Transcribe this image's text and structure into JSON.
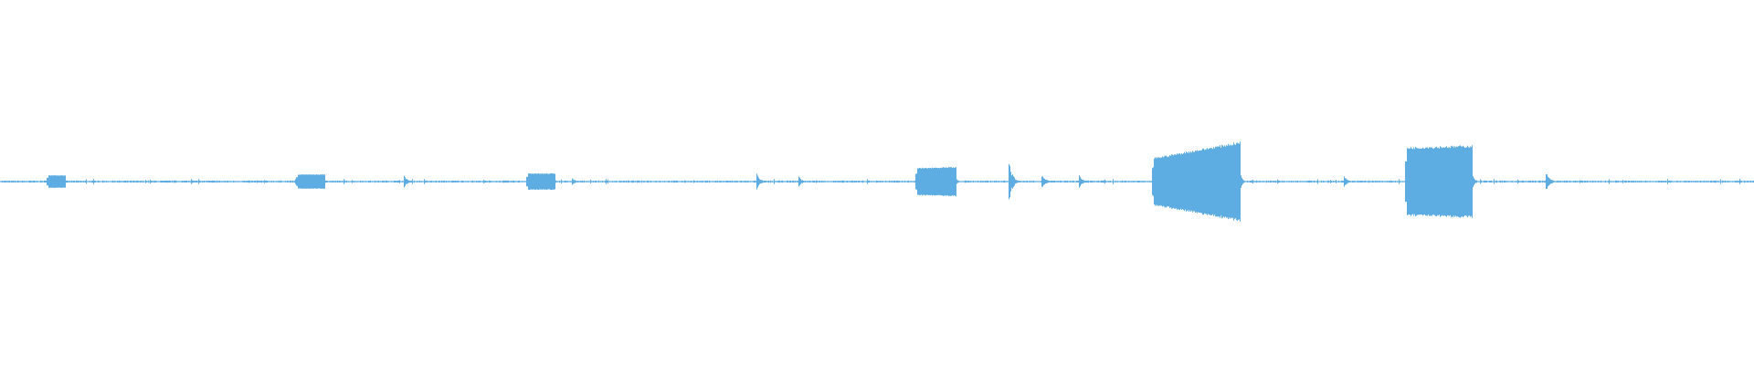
{
  "chart_data": {
    "type": "area",
    "description_kind": "audio-waveform",
    "title": "",
    "xlabel": "",
    "ylabel": "",
    "xlim": [
      0,
      1
    ],
    "ylim": [
      -1,
      1
    ],
    "grid": false,
    "legend": "none",
    "color": "#5dade2",
    "background": "#ffffff",
    "noise_floor": 0.006,
    "sustained_segments": [
      {
        "start": 0.0266,
        "end": 0.037,
        "amp_start": 0.035,
        "amp_end": 0.035
      },
      {
        "start": 0.169,
        "end": 0.185,
        "amp_start": 0.04,
        "amp_end": 0.04
      },
      {
        "start": 0.3,
        "end": 0.316,
        "amp_start": 0.045,
        "amp_end": 0.045
      },
      {
        "start": 0.522,
        "end": 0.545,
        "amp_start": 0.075,
        "amp_end": 0.08
      },
      {
        "start": 0.657,
        "end": 0.707,
        "amp_start": 0.13,
        "amp_end": 0.22
      },
      {
        "start": 0.801,
        "end": 0.839,
        "amp_start": 0.19,
        "amp_end": 0.2
      }
    ],
    "transients": [
      {
        "time": 0.109,
        "amp": 0.015
      },
      {
        "time": 0.23,
        "amp": 0.035
      },
      {
        "time": 0.326,
        "amp": 0.02
      },
      {
        "time": 0.431,
        "amp": 0.045
      },
      {
        "time": 0.455,
        "amp": 0.03
      },
      {
        "time": 0.575,
        "amp": 0.13
      },
      {
        "time": 0.594,
        "amp": 0.045
      },
      {
        "time": 0.615,
        "amp": 0.04
      },
      {
        "time": 0.766,
        "amp": 0.03
      },
      {
        "time": 0.881,
        "amp": 0.06
      }
    ]
  }
}
